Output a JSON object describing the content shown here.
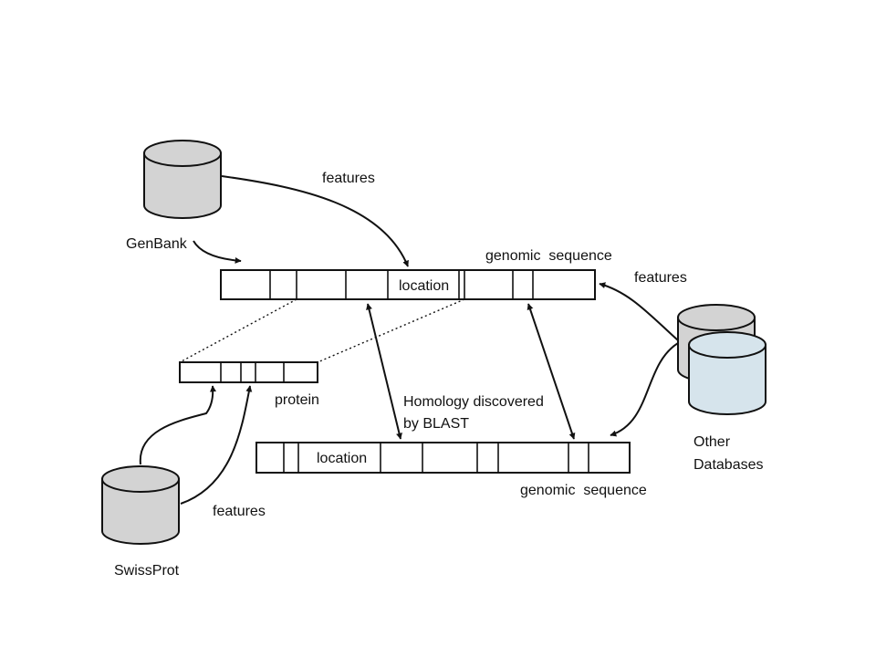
{
  "colors": {
    "line": "#111111",
    "db_gray": "#d3d3d3",
    "db_blue": "#d6e4ec",
    "background": "#ffffff"
  },
  "databases": {
    "genbank": "GenBank",
    "swissprot": "SwissProt",
    "other_line1": "Other",
    "other_line2": "Databases"
  },
  "labels": {
    "features_top": "features",
    "features_right": "features",
    "features_bottom": "features",
    "location_top": "location",
    "location_bottom": "location",
    "genomic_sequence_top": "genomic  sequence",
    "genomic_sequence_bottom": "genomic  sequence",
    "protein": "protein",
    "homology_line1": "Homology discovered",
    "homology_line2": "by BLAST"
  }
}
